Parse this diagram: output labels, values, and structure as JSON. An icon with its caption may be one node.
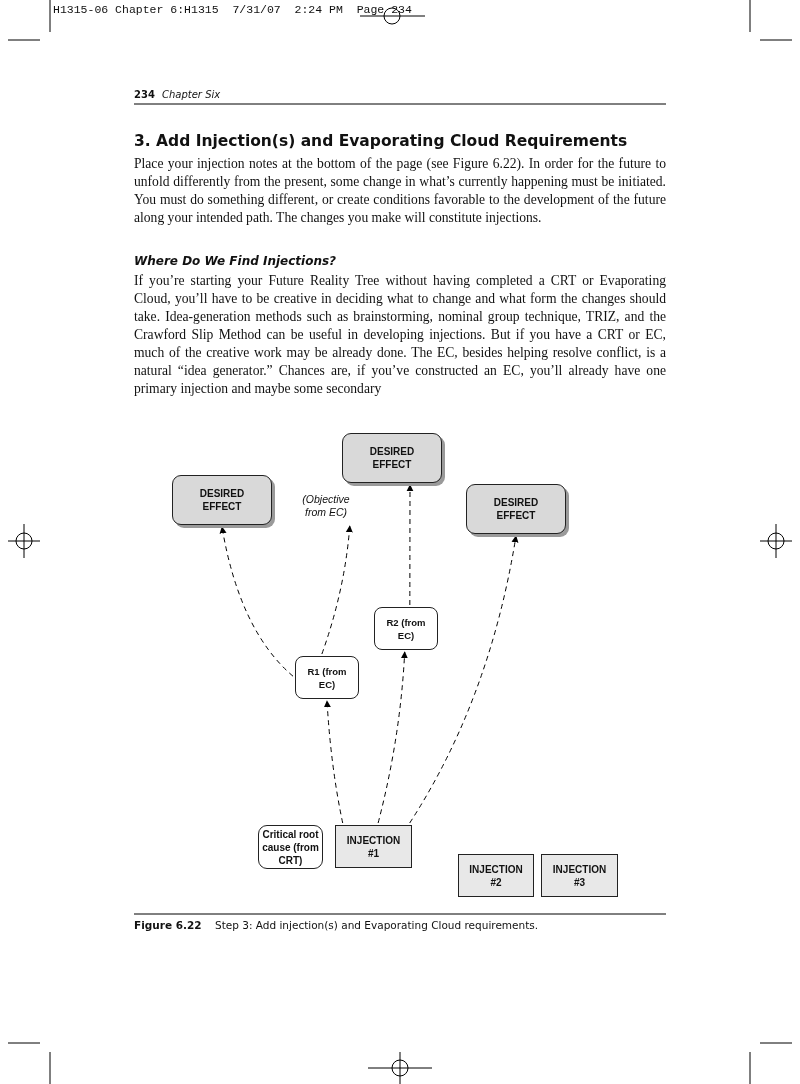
{
  "diagram": {
    "title": "3. Add Injection(s) and Evaporating Cloud Requirements",
    "caption": "**Figure 6.22** Step 3: Add injection(s) and Evaporating Cloud requirements.",
    "nodes": [
      {
        "text": [
          "DESIRED EFFECT"
        ]
      },
      {
        "text": [
          "(Objective from EC)"
        ]
      },
      {
        "text": [
          "DESIRED EFFECT"
        ]
      },
      {
        "text": [
          "DESIRED EFFECT"
        ]
      },
      {
        "text": [
          "R2 (from EC)"
        ]
      },
      {
        "text": [
          "R1 (from EC)"
        ]
      },
      {
        "text": [
          "Critical root cause (from CRT)"
        ]
      },
      {
        "text": [
          "INJECTION #1"
        ]
      },
      {
        "text": [
          "INJECTION #2"
        ]
      },
      {
        "text": [
          "INJECTION #3"
        ]
      }
    ],
    "edges": [
      {
        "from": 5,
        "to": 0,
        "arrow": "to",
        "style": "dashed"
      },
      {
        "from": 5,
        "to": 1,
        "arrow": "to",
        "style": "dashed"
      },
      {
        "from": 4,
        "to": 2,
        "arrow": "to",
        "style": "dashed"
      },
      {
        "from": 7,
        "to": 5,
        "arrow": "to",
        "style": "dashed"
      },
      {
        "from": 7,
        "to": 4,
        "arrow": "to",
        "style": "dashed"
      },
      {
        "from": 7,
        "to": 3,
        "arrow": "to",
        "style": "dashed"
      }
    ],
    "labels": [
      "H1315-06 Chapter 6:H1315  7/31/07  2:24 PM  Page 234",
      "234",
      "Chapter Six",
      "Place your injection notes at the bottom of the page (see Figure 6.22). In order for the future to unfold differently from the present, some change in what’s currently happening must be initiated. You must do something different, or create conditions favorable to the development of the future along your intended path. The changes you make will constitute injections.",
      "Where Do We Find Injections?",
      "If you’re starting your Future Reality Tree without having completed a CRT or Evaporating Cloud, you’ll have to be creative in deciding what to change and what form the changes should take. Idea-generation methods such as brainstorming, nominal group technique, TRIZ, and the Crawford Slip Method can be useful in developing injections. But if you have a CRT or EC, much of the creative work may be already done. The EC, besides helping resolve conflict, is a natural “idea generator.” Chances are, if you’ve constructed an EC, you’ll already have one primary injection and maybe some secondary"
    ]
  }
}
